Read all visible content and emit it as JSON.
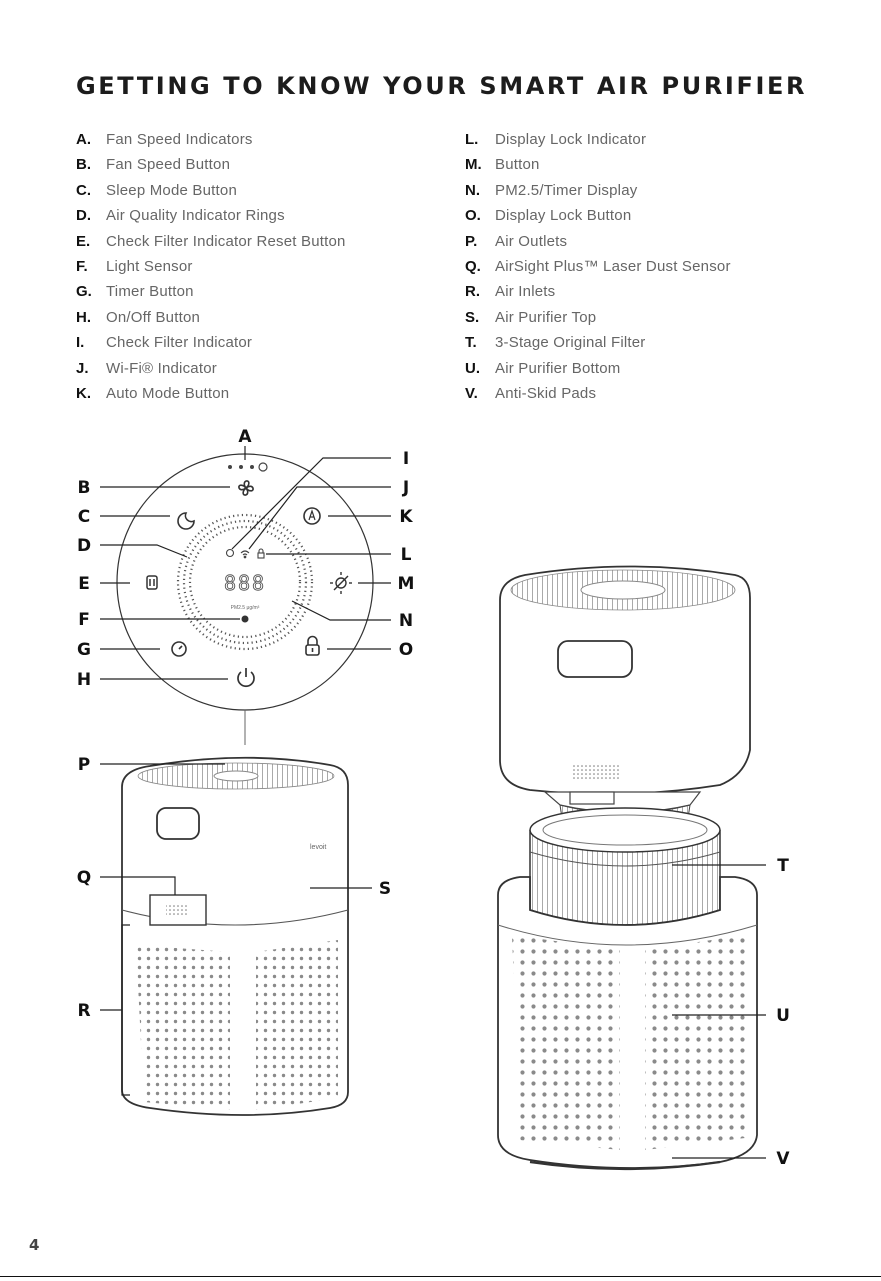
{
  "page": {
    "title": "GETTING TO KNOW YOUR SMART AIR PURIFIER",
    "page_number": "4"
  },
  "parts_left": [
    {
      "key": "A.",
      "name": "Fan Speed Indicators"
    },
    {
      "key": "B.",
      "name": "Fan Speed Button"
    },
    {
      "key": "C.",
      "name": "Sleep Mode Button"
    },
    {
      "key": "D.",
      "name": "Air Quality Indicator Rings"
    },
    {
      "key": "E.",
      "name": "Check Filter Indicator Reset Button"
    },
    {
      "key": "F.",
      "name": "Light Sensor"
    },
    {
      "key": "G.",
      "name": "Timer Button"
    },
    {
      "key": "H.",
      "name": "On/Off Button"
    },
    {
      "key": "I.",
      "name": "Check Filter Indicator"
    },
    {
      "key": "J.",
      "name": "Wi-Fi® Indicator"
    },
    {
      "key": "K.",
      "name": "Auto Mode Button"
    }
  ],
  "parts_right": [
    {
      "key": "L.",
      "name": "Display Lock Indicator"
    },
    {
      "key": "M.",
      "name": "Button"
    },
    {
      "key": "N.",
      "name": "PM2.5/Timer Display"
    },
    {
      "key": "O.",
      "name": "Display Lock Button"
    },
    {
      "key": "P.",
      "name": "Air Outlets"
    },
    {
      "key": "Q.",
      "name": "AirSight Plus™ Laser Dust Sensor"
    },
    {
      "key": "R.",
      "name": "Air Inlets"
    },
    {
      "key": "S.",
      "name": "Air Purifier Top"
    },
    {
      "key": "T.",
      "name": "3-Stage Original Filter"
    },
    {
      "key": "U.",
      "name": "Air Purifier Bottom"
    },
    {
      "key": "V.",
      "name": "Anti-Skid Pads"
    }
  ],
  "callouts": {
    "A": "A",
    "B": "B",
    "C": "C",
    "D": "D",
    "E": "E",
    "F": "F",
    "G": "G",
    "H": "H",
    "I": "I",
    "J": "J",
    "K": "K",
    "L": "L",
    "M": "M",
    "N": "N",
    "O": "O",
    "P": "P",
    "Q": "Q",
    "R": "R",
    "S": "S",
    "T": "T",
    "U": "U",
    "V": "V"
  },
  "panel": {
    "display_digits": "888",
    "pm_unit": "PM2.5 μg/m³"
  },
  "device": {
    "brand_mark": "levoit"
  },
  "colors": {
    "line": "#2a2a2a",
    "label": "#111111",
    "body_text": "#666666",
    "dots": "#8a8a8a"
  }
}
